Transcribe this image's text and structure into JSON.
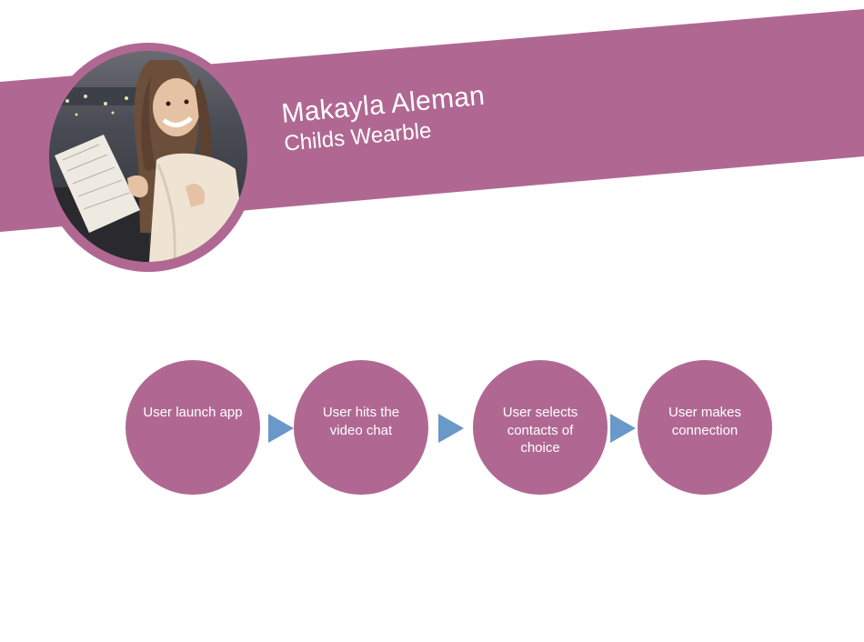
{
  "colors": {
    "accent": "#b06893",
    "arrow": "#6a98c8",
    "background": "#ffffff",
    "text_on_accent": "#ffffff"
  },
  "header": {
    "name": "Makayla Aleman",
    "subtitle": "Childs Wearble",
    "photo_icon": "profile-photo"
  },
  "flow": {
    "steps": [
      {
        "label": "User launch app"
      },
      {
        "label": "User hits the video chat"
      },
      {
        "label": "User selects contacts of choice"
      },
      {
        "label": "User makes connection"
      }
    ],
    "connector_icon": "triangle-arrow-right"
  }
}
